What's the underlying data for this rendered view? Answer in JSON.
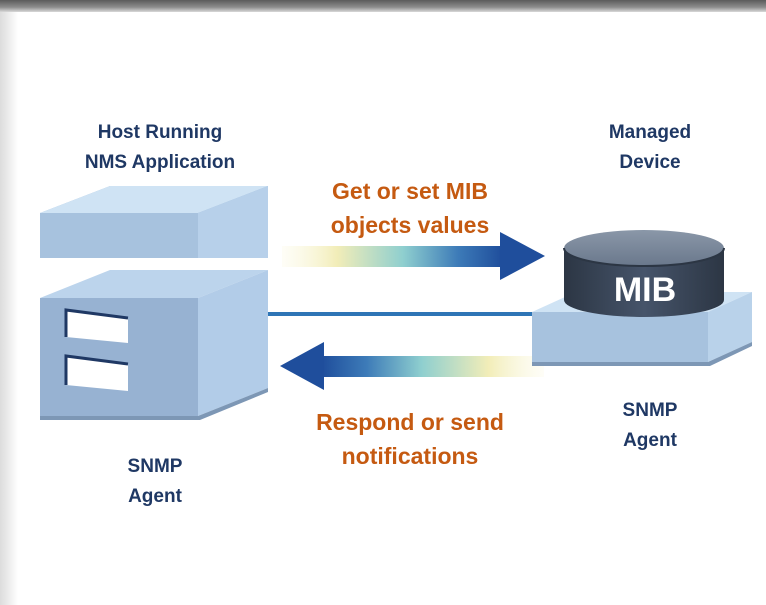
{
  "host": {
    "title_line1": "Host Running",
    "title_line2": "NMS Application",
    "agent_line1": "SNMP",
    "agent_line2": "Agent"
  },
  "managed": {
    "title_line1": "Managed",
    "title_line2": "Device",
    "agent_line1": "SNMP",
    "agent_line2": "Agent",
    "mib_label": "MIB"
  },
  "request": {
    "line1": "Get or set MIB",
    "line2": "objects values"
  },
  "response": {
    "line1": "Respond or send",
    "line2": "notifications"
  },
  "colors": {
    "label_blue": "#1f3864",
    "arrow_text_orange": "#c55a11",
    "arrow_dark_blue": "#1f4e9c",
    "server_light": "#b9d2ea",
    "server_mid": "#9db9d8",
    "server_dark": "#7d97b5",
    "cylinder": "#3c4a5c"
  }
}
